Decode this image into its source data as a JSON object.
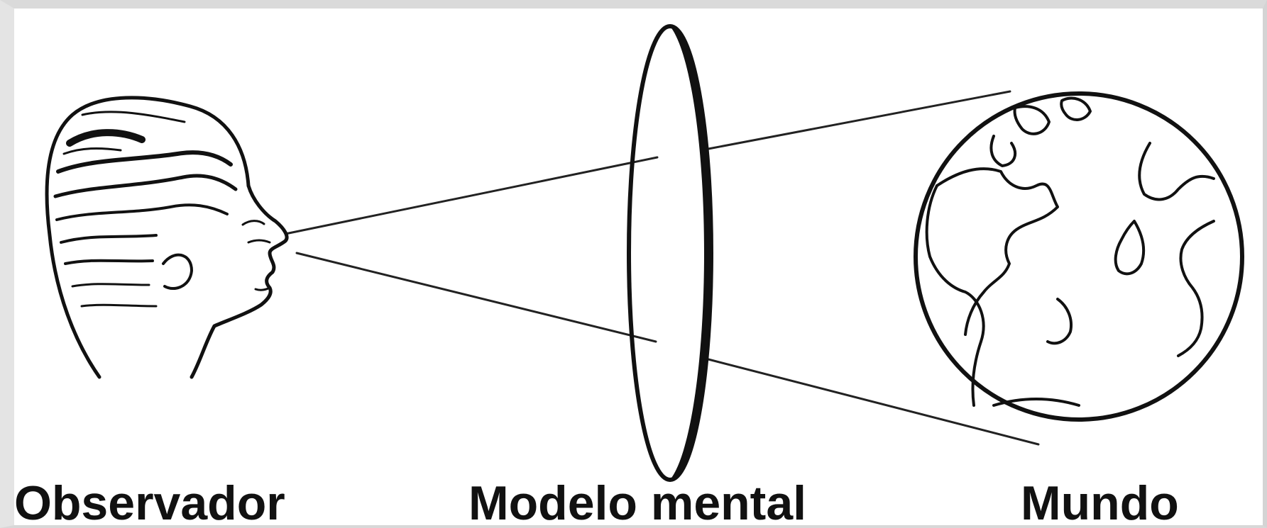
{
  "labels": {
    "observer": "Observador",
    "mental_model": "Modelo mental",
    "world": "Mundo"
  },
  "colors": {
    "ink": "#111111",
    "background": "#ffffff"
  },
  "icons": [
    "head-icon",
    "lens-icon",
    "globe-icon"
  ]
}
